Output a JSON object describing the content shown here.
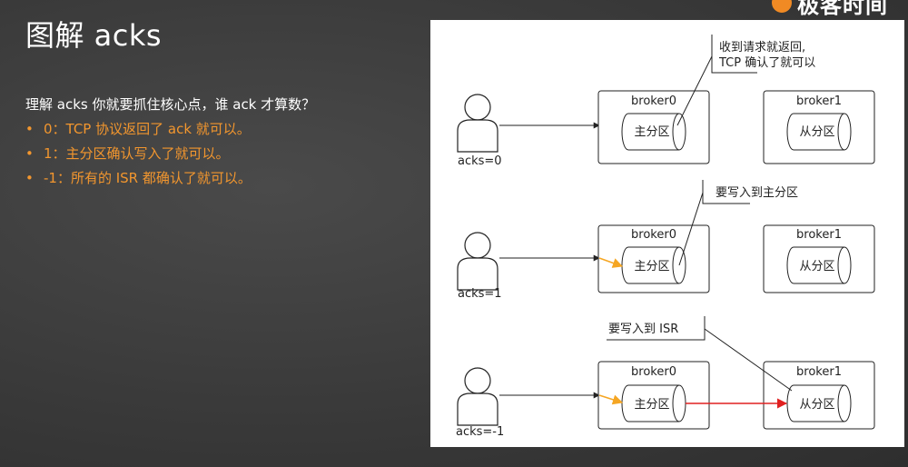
{
  "slide": {
    "title": "图解 acks",
    "logo_text": "极客时间",
    "intro": "理解 acks 你就要抓住核心点，谁 ack 才算数？",
    "bullets": [
      "0：TCP 协议返回了 ack 就可以。",
      "1：主分区确认写入了就可以。",
      "-1：所有的 ISR 都确认了就可以。"
    ],
    "bullet_marker": "•"
  },
  "colors": {
    "accent_orange": "#f2962e",
    "arrow_orange": "#f5a623",
    "arrow_red": "#e02020",
    "line": "#222222"
  },
  "diagram": {
    "rows": [
      {
        "client_label": "acks=0",
        "broker0": {
          "name": "broker0",
          "partition": "主分区"
        },
        "broker1": {
          "name": "broker1",
          "partition": "从分区"
        },
        "note": {
          "line1": "收到请求就返回,",
          "line2": "TCP 确认了就可以"
        }
      },
      {
        "client_label": "acks=1",
        "broker0": {
          "name": "broker0",
          "partition": "主分区"
        },
        "broker1": {
          "name": "broker1",
          "partition": "从分区"
        },
        "note": {
          "line1": "要写入到主分区"
        }
      },
      {
        "client_label": "acks=-1",
        "broker0": {
          "name": "broker0",
          "partition": "主分区"
        },
        "broker1": {
          "name": "broker1",
          "partition": "从分区"
        },
        "note": {
          "line1": "要写入到 ISR"
        }
      }
    ]
  }
}
